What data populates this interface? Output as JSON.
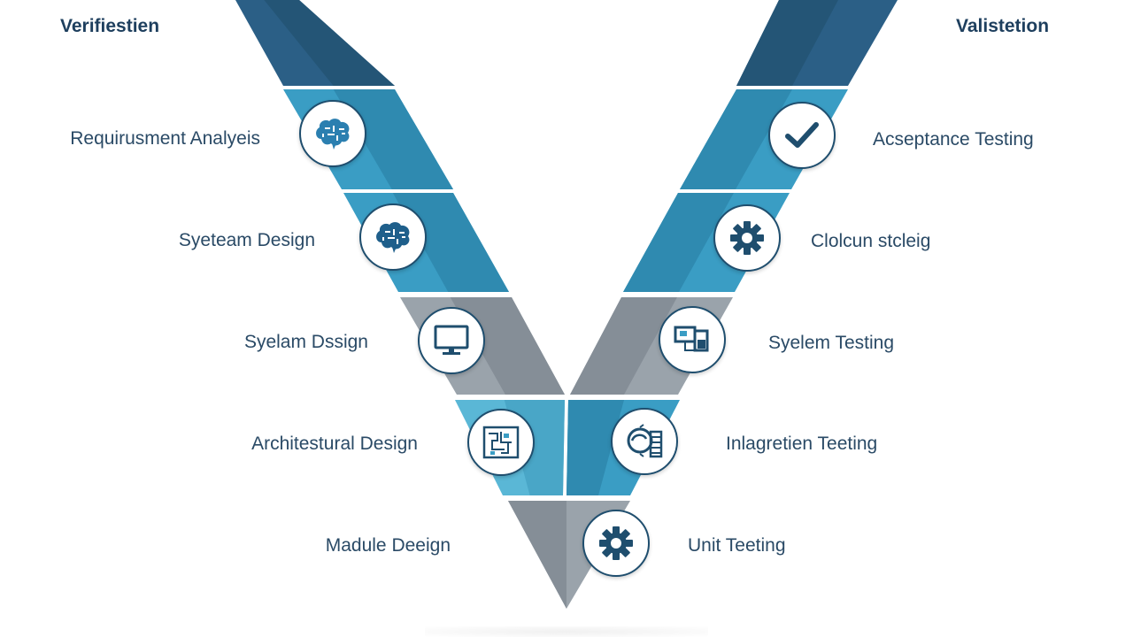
{
  "headers": {
    "left": "Verifiestien",
    "right": "Valistetion"
  },
  "left_stages": [
    {
      "label": "Requirusment Analyeis",
      "icon": "brain-icon"
    },
    {
      "label": "Syeteam Design",
      "icon": "brain-icon"
    },
    {
      "label": "Syelam Dssign",
      "icon": "monitor-icon"
    },
    {
      "label": "Architestural Design",
      "icon": "blueprint-icon"
    },
    {
      "label": "Madule Deeign",
      "icon": "gear-icon"
    }
  ],
  "right_stages": [
    {
      "label": "Acseptance Testing",
      "icon": "check-icon"
    },
    {
      "label": "Clolcun stcleig",
      "icon": "gear-icon"
    },
    {
      "label": "Syelem Testing",
      "icon": "devices-icon"
    },
    {
      "label": "Inlagretien Teeting",
      "icon": "integration-icon"
    },
    {
      "label": "Unit Teeting",
      "icon": "gear-icon"
    }
  ],
  "colors": {
    "navy": "#2b5f86",
    "navy_dark": "#1f4e6e",
    "teal": "#3a9dc4",
    "teal_light": "#5ab7d6",
    "gray": "#9aa3ab",
    "gray_dark": "#858e97",
    "text": "#2a4a66",
    "header": "#1e3f5e"
  }
}
